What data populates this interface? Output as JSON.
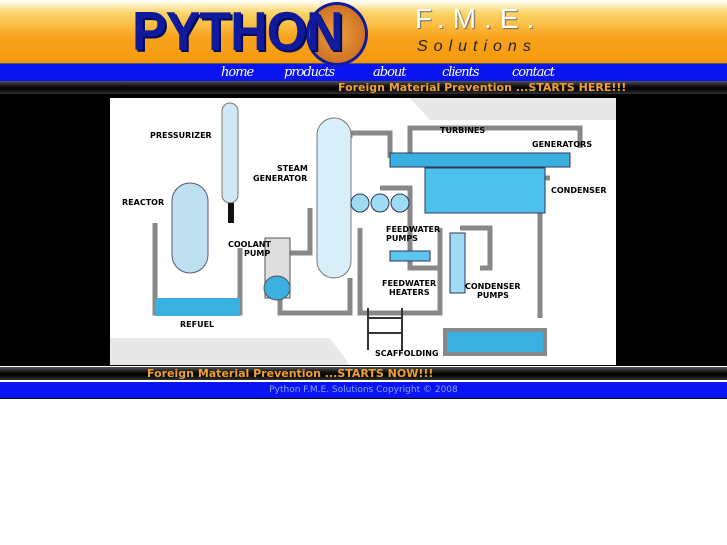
{
  "header": {
    "logo_text": "PYTHON",
    "logo_fme": "F.M.E.",
    "logo_solutions": "Solutions"
  },
  "nav": [
    {
      "label": "home"
    },
    {
      "label": "products"
    },
    {
      "label": "about"
    },
    {
      "label": "clients"
    },
    {
      "label": "contact"
    }
  ],
  "top_banner": "Foreign Material Prevention ...STARTS HERE!!!",
  "diagram": {
    "labels": {
      "pressurizer": "PRESSURIZER",
      "reactor": "REACTOR",
      "steam_generator_1": "STEAM",
      "steam_generator_2": "GENERATOR",
      "turbines": "TURBINES",
      "generators": "GENERATORS",
      "condenser": "CONDENSER",
      "coolant_pump_1": "COOLANT",
      "coolant_pump_2": "PUMP",
      "feedwater_pumps_1": "FEEDWATER",
      "feedwater_pumps_2": "PUMPS",
      "feedwater_heaters_1": "FEEDWATER",
      "feedwater_heaters_2": "HEATERS",
      "condenser_pumps_1": "CONDENSER",
      "condenser_pumps_2": "PUMPS",
      "refuel": "REFUEL",
      "scaffolding": "SCAFFOLDING"
    }
  },
  "bottom_banner": "Foreign Material Prevention ...STARTS NOW!!!",
  "footer": {
    "copyright": "Python F.M.E. Solutions Copyright © 2008"
  }
}
